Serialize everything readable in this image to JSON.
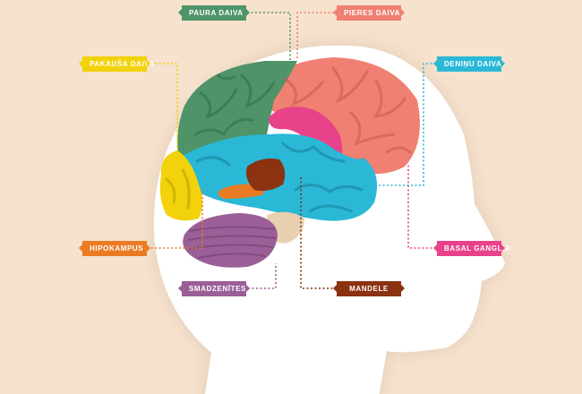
{
  "colors": {
    "background": "#f6e2cd",
    "head": "#ffffff",
    "occipital": "#f2d20b",
    "temporal": "#2bb8d6",
    "parietal": "#4f9468",
    "frontal": "#ef8072",
    "insula": "#e8428a",
    "cerebellum": "#9b5f98",
    "brainstem": "#e9d0b0",
    "amygdala": "#8b3210",
    "hippocampus": "#ea7b25"
  },
  "labels": {
    "parietal": "PAURA DAIVA",
    "frontal": "PIERES DAIVA",
    "occipital": "PAKAUŠA DAIVA",
    "temporal": "DENIŅU DAIVA",
    "hippocampus": "HIPOKAMPUS",
    "basal": "BASAL GANGLIA",
    "cerebellum": "SMADZENĪTES",
    "amygdala": "MANDELE"
  },
  "label_colors": {
    "parietal": "#4f9468",
    "frontal": "#ef8072",
    "occipital": "#f2d20b",
    "temporal": "#2bb8d6",
    "hippocampus": "#ea7b25",
    "basal": "#e8428a",
    "cerebellum": "#9b5f98",
    "amygdala": "#8b3210"
  }
}
